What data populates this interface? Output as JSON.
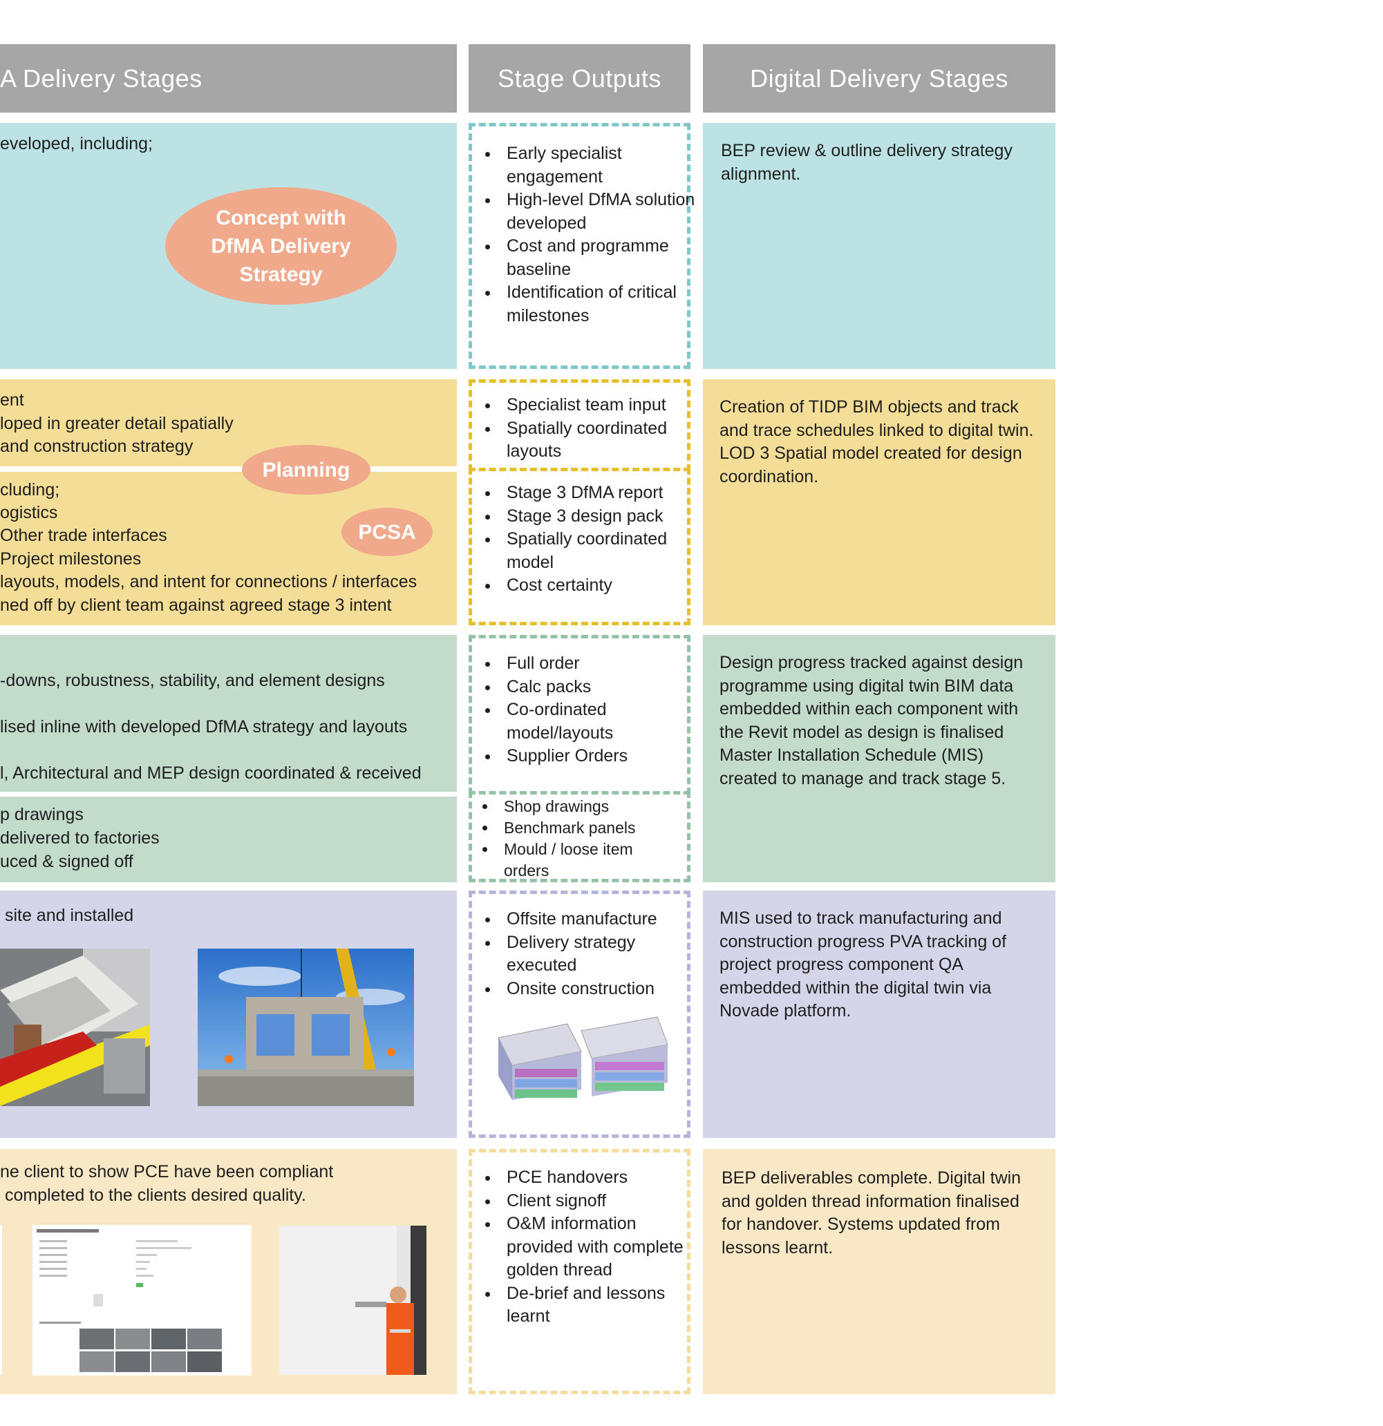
{
  "headers": {
    "left": "A Delivery Stages",
    "middle": "Stage Outputs",
    "right": "Digital Delivery Stages"
  },
  "rows": [
    {
      "left_text": "eveloped, including;",
      "oval": "Concept with DfMA Delivery Strategy",
      "outputs": [
        "Early specialist engagement",
        "High-level DfMA solution developed",
        "Cost and programme baseline",
        "Identification of critical milestones"
      ],
      "digital": "BEP review & outline delivery strategy alignment."
    },
    {
      "left_top": [
        "ent",
        "loped in greater detail spatially",
        "and construction strategy"
      ],
      "left_bottom": [
        "cluding;",
        "ogistics",
        "Other trade interfaces",
        "Project milestones",
        "layouts, models, and intent for connections / interfaces",
        "ned off by client team against agreed stage 3 intent"
      ],
      "oval_planning": "Planning",
      "oval_pcsa": "PCSA",
      "outputs_a": [
        "Specialist team input",
        "Spatially coordinated layouts"
      ],
      "outputs_b": [
        "Stage 3 DfMA report",
        "Stage 3 design pack",
        "Spatially coordinated model",
        "Cost certainty"
      ],
      "digital": "Creation of TIDP BIM objects and track and trace schedules linked to digital twin. LOD 3 Spatial model created for design coordination."
    },
    {
      "left_top": [
        "-downs, robustness, stability, and element designs",
        "",
        "lised inline with developed DfMA strategy and layouts",
        "",
        "l, Architectural and MEP design coordinated & received"
      ],
      "left_bottom": [
        "p drawings",
        "delivered to factories",
        "uced & signed off"
      ],
      "outputs_a": [
        "Full order",
        "Calc packs",
        "Co-ordinated model/layouts",
        "Supplier Orders"
      ],
      "outputs_b": [
        "Shop drawings",
        "Benchmark panels",
        "Mould / loose item orders"
      ],
      "digital": "Design progress tracked against design programme using digital twin BIM data embedded within each component with the Revit model as design is finalised Master Installation Schedule (MIS) created to manage and track stage 5."
    },
    {
      "left_text": " site and installed",
      "outputs": [
        "Offsite manufacture",
        "Delivery strategy executed",
        "Onsite construction"
      ],
      "digital": "MIS used to track manufacturing and construction progress PVA tracking of project progress component QA embedded within the digital twin via Novade platform."
    },
    {
      "left_text": [
        "ne client to show PCE have been compliant",
        " completed to the clients desired quality."
      ],
      "outputs": [
        "PCE handovers",
        "Client signoff",
        "O&M information provided with complete golden thread",
        "De-brief and lessons learnt"
      ],
      "digital": "BEP deliverables complete. Digital twin and golden thread information finalised for handover. Systems updated from lessons learnt."
    }
  ],
  "colors": {
    "header": "#a6a6a6",
    "teal": "#bde2e3",
    "yellow": "#f4de97",
    "green": "#c2dbcb",
    "lilac": "#d5d5ea",
    "cream": "#f9e8c6",
    "oval": "#f0a98a"
  }
}
